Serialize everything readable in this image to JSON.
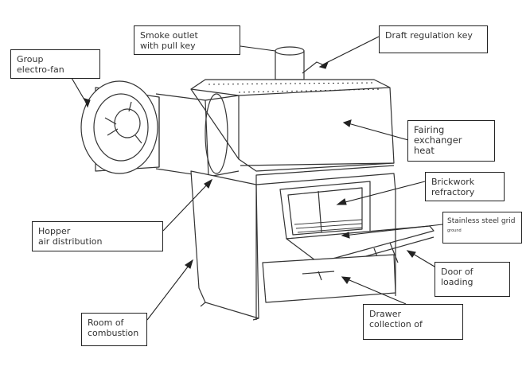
{
  "labels": {
    "smoke_outlet": [
      "Smoke outlet",
      "with pull key"
    ],
    "draft_key": [
      "Draft regulation key"
    ],
    "electro_fan": [
      "Group",
      "electro-fan"
    ],
    "fairing": [
      "Fairing",
      "exchanger",
      "heat"
    ],
    "brickwork": [
      "Brickwork",
      "refractory"
    ],
    "grid": [
      "Stainless steel grid",
      "ground"
    ],
    "hopper": [
      "Hopper",
      "air distribution"
    ],
    "door": [
      "Door of",
      "loading"
    ],
    "drawer": [
      "Drawer",
      "collection of"
    ],
    "combustion_room": [
      "Room of",
      "combustion"
    ]
  },
  "colors": {
    "line": "#222222",
    "text": "#333333",
    "box_border": "#222222"
  }
}
